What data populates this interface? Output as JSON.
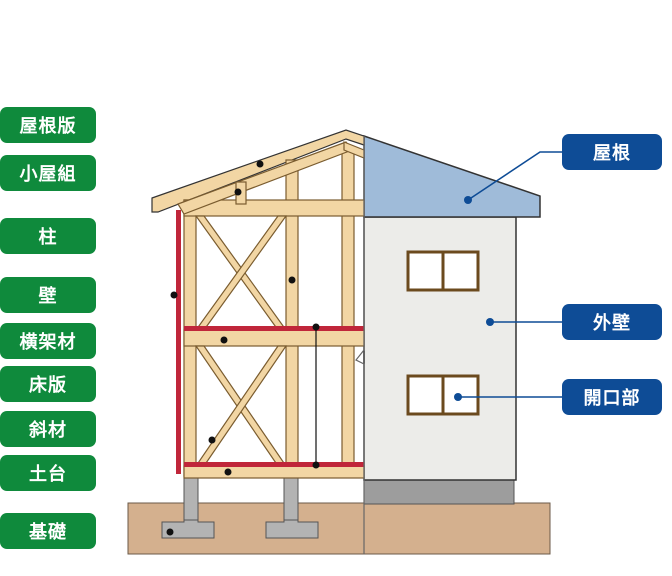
{
  "left_labels": [
    {
      "id": "roof-board",
      "text": "屋根版"
    },
    {
      "id": "roof-framing",
      "text": "小屋組"
    },
    {
      "id": "column",
      "text": "柱"
    },
    {
      "id": "wall",
      "text": "壁"
    },
    {
      "id": "beam",
      "text": "横架材"
    },
    {
      "id": "floor-board",
      "text": "床版"
    },
    {
      "id": "brace",
      "text": "斜材"
    },
    {
      "id": "sill",
      "text": "土台"
    },
    {
      "id": "foundation",
      "text": "基礎"
    }
  ],
  "right_labels": [
    {
      "id": "roof",
      "text": "屋根"
    },
    {
      "id": "exterior-wall",
      "text": "外壁"
    },
    {
      "id": "opening",
      "text": "開口部"
    }
  ],
  "colors": {
    "left_tag": "#0f8a3c",
    "right_tag": "#0e4c96",
    "timber": "#f2d6a4",
    "timber_edge": "#8a6d3b",
    "roof_blue": "#9fbbd9",
    "wall_gray": "#ecece9",
    "ground": "#d4b08e",
    "concrete": "#b3b3b3",
    "red_member": "#c0263a"
  }
}
